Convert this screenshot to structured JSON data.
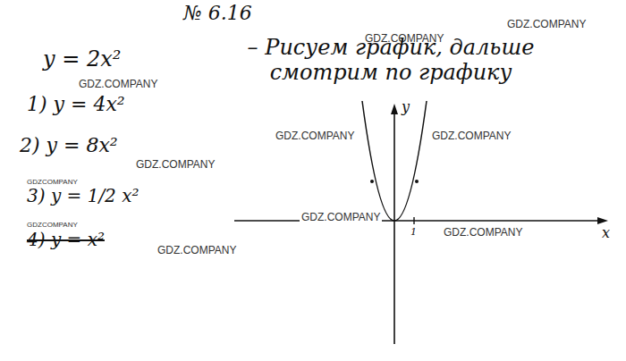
{
  "diagram": {
    "labels": [
      "№ 6.16",
      "GDZ.COMPANY",
      "GDZ.COMPANY",
      "y = 2x²",
      "– Рисуем график, дальше смотрим по графику",
      "GDZ.COMPANY",
      "1) y = 4x²",
      "GDZ.COMPANY",
      "GDZ.COMPANY",
      "2) y = 8x²",
      "GDZ.COMPANY",
      "GDZCOMPANY",
      "3) y = 1/2 x²",
      "GDZCOMPANY",
      "4) y = x²",
      "GDZ.COMPANY",
      "GDZ.COMPANY",
      "GDZ.COMPANY",
      "y",
      "x",
      "1"
    ]
  }
}
